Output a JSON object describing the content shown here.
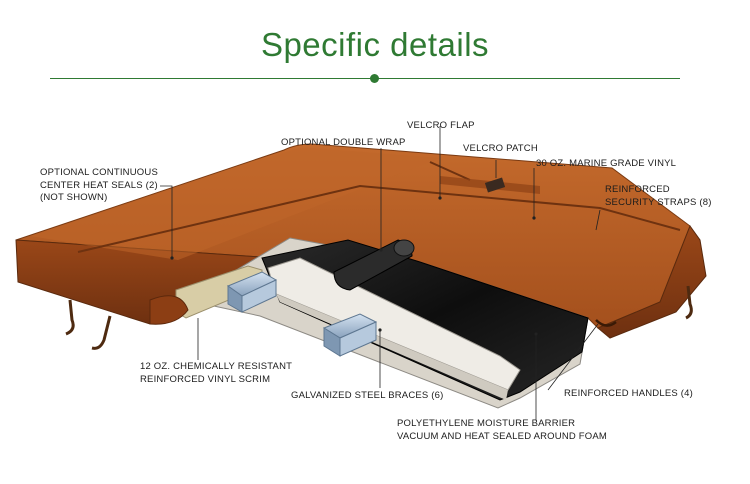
{
  "header": {
    "title": "Specific details"
  },
  "colors": {
    "accent": "#2f7a33",
    "vinyl": "#b35a22",
    "foam": "#ece8e0",
    "barrier": "#141414",
    "steel": "#a9bdd3"
  },
  "callouts": {
    "velcro_flap": "VELCRO FLAP",
    "optional_double_wrap": "OPTIONAL DOUBLE WRAP",
    "velcro_patch": "VELCRO PATCH",
    "marine_vinyl": "30 OZ. MARINE GRADE VINYL",
    "heat_seals": [
      "OPTIONAL CONTINUOUS",
      "CENTER HEAT SEALS (2)",
      "(NOT SHOWN)"
    ],
    "security_straps": [
      "REINFORCED",
      "SECURITY STRAPS (8)"
    ],
    "vinyl_scrim": [
      "12 OZ. CHEMICALLY RESISTANT",
      "REINFORCED VINYL SCRIM"
    ],
    "steel_braces": "GALVANIZED STEEL BRACES (6)",
    "handles": "REINFORCED HANDLES (4)",
    "moisture_barrier": [
      "POLYETHYLENE MOISTURE BARRIER",
      "VACUUM AND HEAT SEALED AROUND FOAM"
    ]
  }
}
